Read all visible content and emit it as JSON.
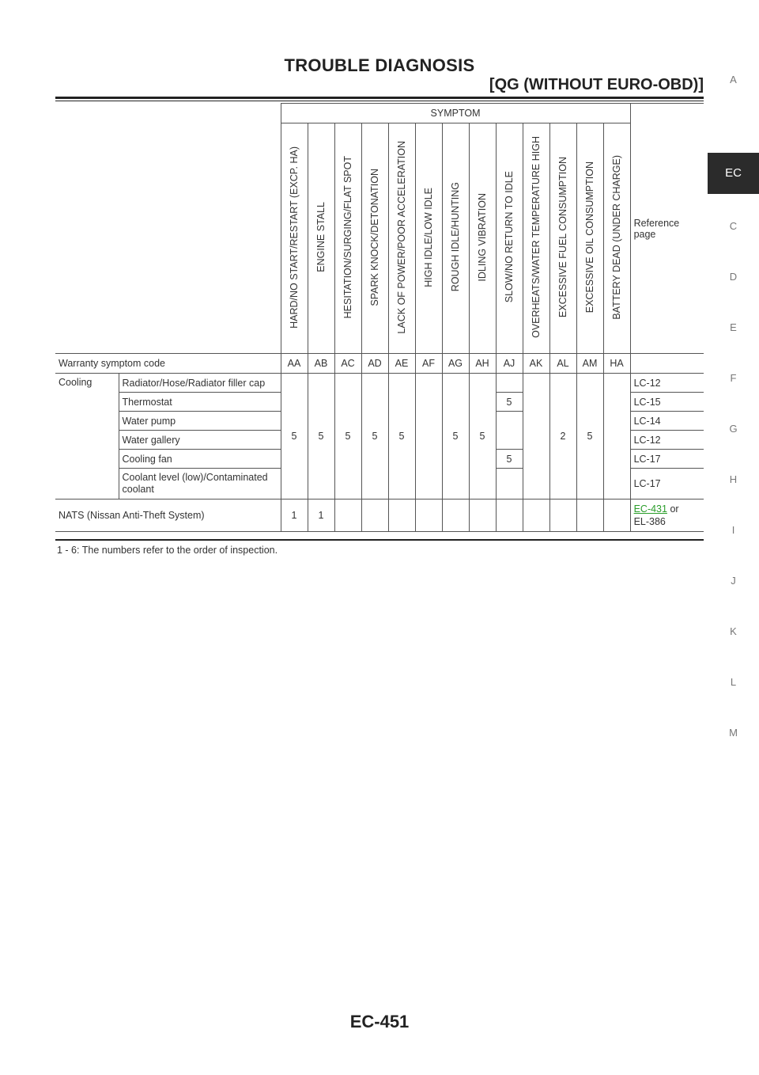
{
  "header": {
    "title": "TROUBLE DIAGNOSIS",
    "subtitle": "[QG (WITHOUT EURO-OBD)]"
  },
  "index": {
    "letters": [
      "A",
      "EC",
      "C",
      "D",
      "E",
      "F",
      "G",
      "H",
      "I",
      "J",
      "K",
      "L",
      "M"
    ],
    "active": "EC"
  },
  "table": {
    "symptom_header": "SYMPTOM",
    "reference_header": "Reference page",
    "symptoms": [
      "HARD/NO START/RESTART (EXCP. HA)",
      "ENGINE STALL",
      "HESITATION/SURGING/FLAT SPOT",
      "SPARK KNOCK/DETONATION",
      "LACK OF POWER/POOR ACCELERATION",
      "HIGH IDLE/LOW IDLE",
      "ROUGH IDLE/HUNTING",
      "IDLING VIBRATION",
      "SLOW/NO RETURN TO IDLE",
      "OVERHEATS/WATER TEMPERATURE HIGH",
      "EXCESSIVE FUEL CONSUMPTION",
      "EXCESSIVE OIL CONSUMPTION",
      "BATTERY DEAD (UNDER CHARGE)"
    ],
    "warranty_label": "Warranty symptom code",
    "codes": [
      "AA",
      "AB",
      "AC",
      "AD",
      "AE",
      "AF",
      "AG",
      "AH",
      "AJ",
      "AK",
      "AL",
      "AM",
      "HA"
    ],
    "cooling": {
      "group": "Cooling",
      "items": [
        {
          "name": "Radiator/Hose/Radiator filler cap",
          "ref": "LC-12"
        },
        {
          "name": "Thermostat",
          "ref": "LC-15"
        },
        {
          "name": "Water pump",
          "ref": "LC-14"
        },
        {
          "name": "Water gallery",
          "ref": "LC-12"
        },
        {
          "name": "Cooling fan",
          "ref": "LC-17"
        },
        {
          "name": "Coolant level (low)/Contaminated coolant",
          "ref": "LC-17"
        }
      ],
      "merged_values": {
        "AA": "5",
        "AB": "5",
        "AC": "5",
        "AD": "5",
        "AE": "5",
        "AG": "5",
        "AH": "5",
        "AL": "2",
        "AM": "5"
      },
      "aj_thermostat": "5",
      "aj_cooling_fan": "5"
    },
    "nats": {
      "name": "NATS (Nissan Anti-Theft System)",
      "aa": "1",
      "ab": "1",
      "ref_link": "EC-431",
      "ref_or": " or",
      "ref_extra": "EL-386"
    }
  },
  "footnote": "1 - 6: The numbers refer to the order of inspection.",
  "page_number": "EC-451"
}
